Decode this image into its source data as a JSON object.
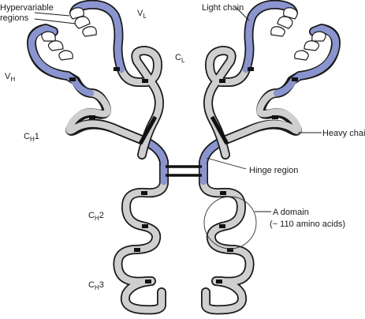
{
  "labels": {
    "hypervariable_line1": "Hypervariable",
    "hypervariable_line2": "regions",
    "vl_main": "V",
    "vl_sub": "L",
    "vh_main": "V",
    "vh_sub": "H",
    "light_chain": "Light chain",
    "cl_main": "C",
    "cl_sub": "L",
    "ch1_main": "C",
    "ch1_sub": "H",
    "ch1_suffix": "1",
    "heavy_chain": "Heavy chain",
    "hinge_region": "Hinge region",
    "ch2_main": "C",
    "ch2_sub": "H",
    "ch2_suffix": "2",
    "ch3_main": "C",
    "ch3_sub": "H",
    "ch3_suffix": "3",
    "domain_line1": "A domain",
    "domain_line2": "(~ 110 amino acids)"
  },
  "colors": {
    "constant_region": "#cfcfcf",
    "variable_region": "#8a95cf",
    "outline": "#1a1a1a",
    "hypervariable_fill": "#ffffff"
  }
}
